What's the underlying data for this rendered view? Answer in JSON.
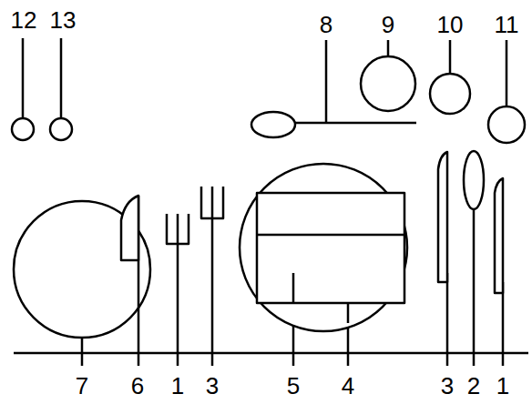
{
  "diagram": {
    "labels": [
      "12",
      "13",
      "8",
      "9",
      "10",
      "11",
      "7",
      "6",
      "1",
      "3",
      "5",
      "4",
      "3",
      "2",
      "1"
    ]
  }
}
